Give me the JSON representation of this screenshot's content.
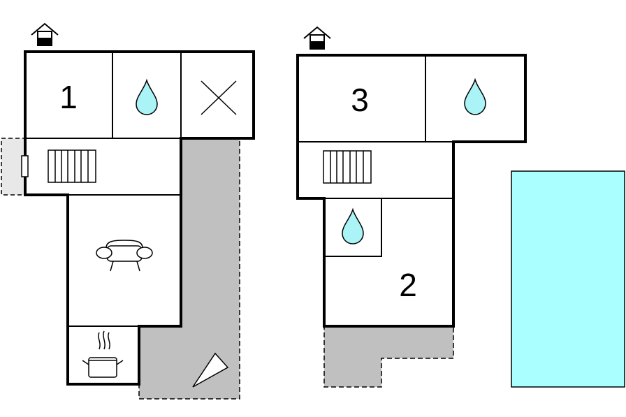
{
  "floor_plan": {
    "left_floor": {
      "rooms": [
        {
          "number": "1",
          "kind": "bedroom"
        },
        {
          "kind": "bathroom",
          "icon": "water-drop-icon"
        },
        {
          "kind": "toilet",
          "icon": "cross-icon"
        }
      ],
      "features": [
        "stairs-icon",
        "sofa-icon",
        "kitchen-pot-icon",
        "door-icon",
        "terrace",
        "compass-icon",
        "house-entrance-icon"
      ]
    },
    "right_floor": {
      "rooms": [
        {
          "number": "3",
          "kind": "bedroom"
        },
        {
          "kind": "bathroom",
          "icon": "water-drop-icon"
        },
        {
          "kind": "bathroom",
          "icon": "water-drop-icon"
        },
        {
          "number": "2",
          "kind": "bedroom"
        }
      ],
      "features": [
        "stairs-icon",
        "terrace",
        "house-entrance-icon"
      ]
    },
    "pool": {
      "kind": "swimming-pool"
    },
    "colors": {
      "wall": "#000000",
      "water": "#aaf4f8",
      "pool": "#aaffff",
      "terrace": "#c0c0c0",
      "side_door_area": "#e8e8e8"
    }
  }
}
